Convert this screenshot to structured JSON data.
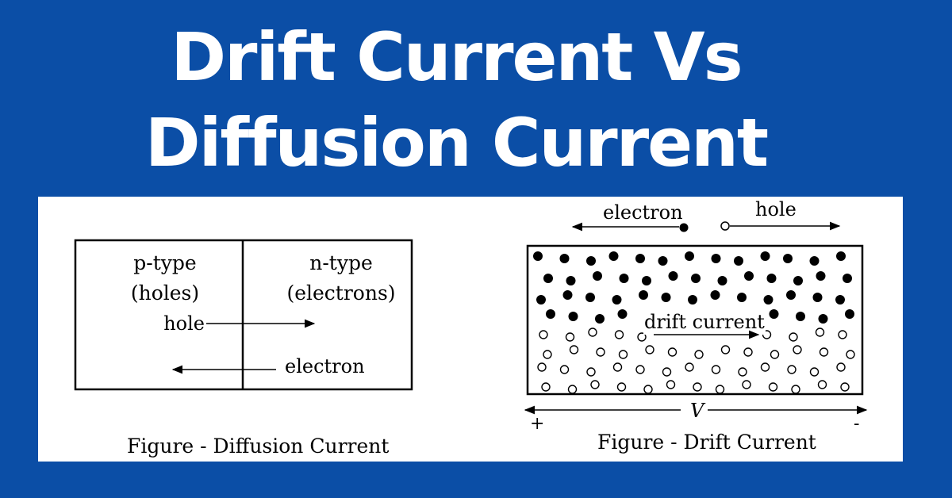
{
  "header": {
    "title_line1": "Drift Current Vs",
    "title_line2": "Diffusion Current"
  },
  "diffusion_figure": {
    "left_region": {
      "type": "p-type",
      "carrier": "(holes)"
    },
    "right_region": {
      "type": "n-type",
      "carrier": "(electrons)"
    },
    "hole_label": "hole",
    "electron_label": "electron",
    "caption": "Figure - Diffusion Current"
  },
  "drift_figure": {
    "electron_label": "electron",
    "hole_label": "hole",
    "current_label": "drift current",
    "voltage_label": "V",
    "plus_label": "+",
    "minus_label": "-",
    "caption": "Figure - Drift Current"
  },
  "colors": {
    "background": "#0b4ea6",
    "panel": "#ffffff",
    "ink": "#000000"
  }
}
